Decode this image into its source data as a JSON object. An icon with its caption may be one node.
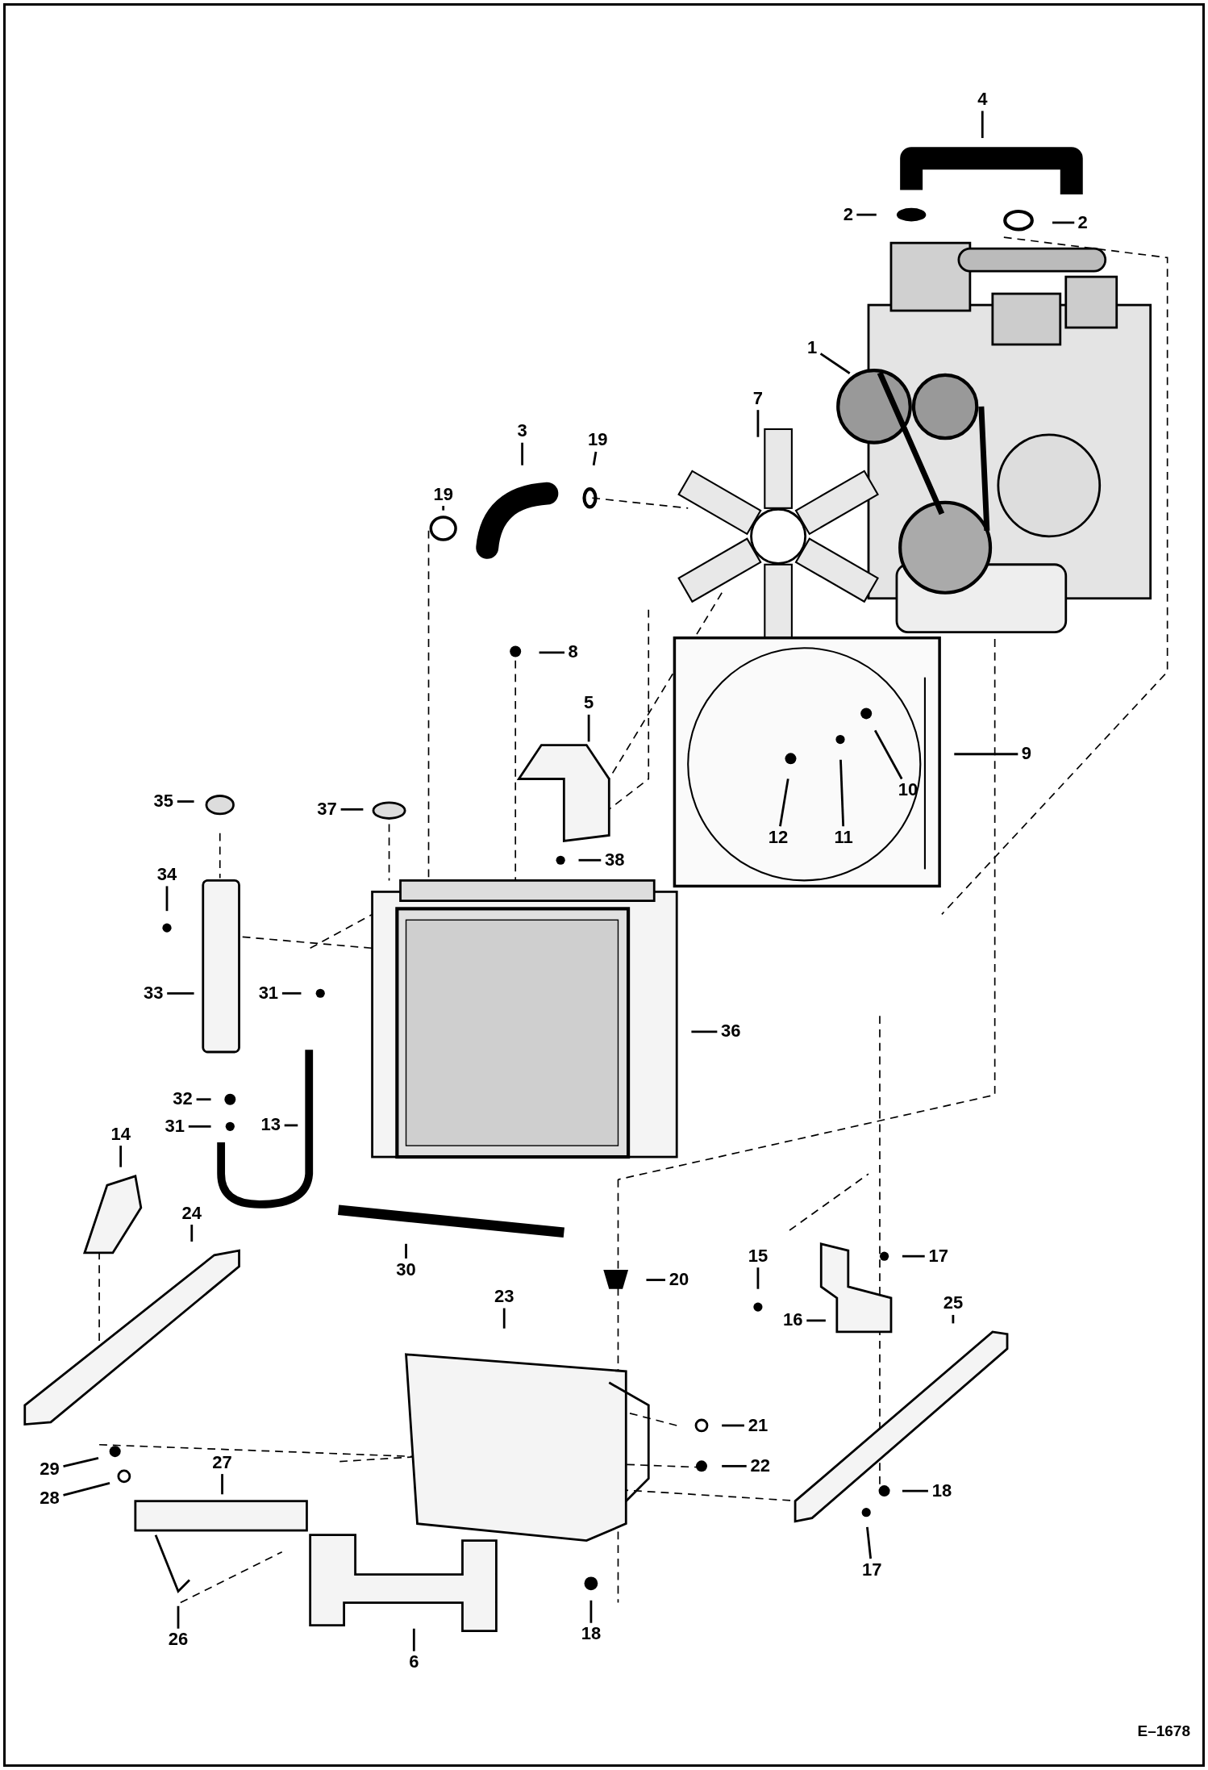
{
  "diagram": {
    "nodes": [
      {
        "text": [
          "4"
        ]
      },
      {
        "text": [
          "2"
        ]
      },
      {
        "text": [
          "2"
        ]
      },
      {
        "text": [
          "1"
        ]
      },
      {
        "text": [
          "7"
        ]
      },
      {
        "text": [
          "3"
        ]
      },
      {
        "text": [
          "19"
        ]
      },
      {
        "text": [
          "19"
        ]
      },
      {
        "text": [
          "8"
        ]
      },
      {
        "text": [
          "5"
        ]
      },
      {
        "text": [
          "9"
        ]
      },
      {
        "text": [
          "10"
        ]
      },
      {
        "text": [
          "35"
        ]
      },
      {
        "text": [
          "37"
        ]
      },
      {
        "text": [
          "11"
        ]
      },
      {
        "text": [
          "12"
        ]
      },
      {
        "text": [
          "38"
        ]
      },
      {
        "text": [
          "34"
        ]
      },
      {
        "text": [
          "33"
        ]
      },
      {
        "text": [
          "31"
        ]
      },
      {
        "text": [
          "36"
        ]
      },
      {
        "text": [
          "32"
        ]
      },
      {
        "text": [
          "13"
        ]
      },
      {
        "text": [
          "31"
        ]
      },
      {
        "text": [
          "14"
        ]
      },
      {
        "text": [
          "24"
        ]
      },
      {
        "text": [
          "15"
        ]
      },
      {
        "text": [
          "17"
        ]
      },
      {
        "text": [
          "30"
        ]
      },
      {
        "text": [
          "20"
        ]
      },
      {
        "text": [
          "23"
        ]
      },
      {
        "text": [
          "25"
        ]
      },
      {
        "text": [
          "16"
        ]
      },
      {
        "text": [
          "21"
        ]
      },
      {
        "text": [
          "27"
        ]
      },
      {
        "text": [
          "22"
        ]
      },
      {
        "text": [
          "29"
        ]
      },
      {
        "text": [
          "18"
        ]
      },
      {
        "text": [
          "28"
        ]
      },
      {
        "text": [
          "17"
        ]
      },
      {
        "text": [
          "18"
        ]
      },
      {
        "text": [
          "26"
        ]
      },
      {
        "text": [
          "6"
        ]
      }
    ],
    "edges": [
      {
        "from": 0,
        "to": null,
        "arrow": "none"
      },
      {
        "from": 1,
        "to": null,
        "arrow": "none"
      },
      {
        "from": 2,
        "to": null,
        "arrow": "none"
      },
      {
        "from": 3,
        "to": null,
        "arrow": "none"
      },
      {
        "from": 4,
        "to": null,
        "arrow": "none"
      },
      {
        "from": 5,
        "to": null,
        "arrow": "none"
      },
      {
        "from": 6,
        "to": null,
        "arrow": "none"
      },
      {
        "from": 7,
        "to": null,
        "arrow": "none"
      },
      {
        "from": 8,
        "to": null,
        "arrow": "none"
      },
      {
        "from": 9,
        "to": null,
        "arrow": "none"
      },
      {
        "from": 10,
        "to": null,
        "arrow": "none"
      },
      {
        "from": 11,
        "to": null,
        "arrow": "none"
      },
      {
        "from": 12,
        "to": null,
        "arrow": "none"
      },
      {
        "from": 13,
        "to": null,
        "arrow": "none"
      },
      {
        "from": 14,
        "to": null,
        "arrow": "none"
      },
      {
        "from": 15,
        "to": null,
        "arrow": "none"
      },
      {
        "from": 16,
        "to": null,
        "arrow": "none"
      },
      {
        "from": 17,
        "to": null,
        "arrow": "none"
      },
      {
        "from": 18,
        "to": null,
        "arrow": "none"
      },
      {
        "from": 19,
        "to": null,
        "arrow": "none"
      },
      {
        "from": 20,
        "to": null,
        "arrow": "none"
      },
      {
        "from": 21,
        "to": null,
        "arrow": "none"
      },
      {
        "from": 22,
        "to": null,
        "arrow": "none"
      },
      {
        "from": 23,
        "to": null,
        "arrow": "none"
      },
      {
        "from": 24,
        "to": null,
        "arrow": "none"
      },
      {
        "from": 25,
        "to": null,
        "arrow": "none"
      },
      {
        "from": 26,
        "to": null,
        "arrow": "none"
      },
      {
        "from": 27,
        "to": null,
        "arrow": "none"
      },
      {
        "from": 28,
        "to": null,
        "arrow": "none"
      },
      {
        "from": 29,
        "to": null,
        "arrow": "none"
      },
      {
        "from": 30,
        "to": null,
        "arrow": "none"
      },
      {
        "from": 31,
        "to": null,
        "arrow": "none"
      },
      {
        "from": 32,
        "to": null,
        "arrow": "none"
      },
      {
        "from": 33,
        "to": null,
        "arrow": "none"
      },
      {
        "from": 34,
        "to": null,
        "arrow": "none"
      },
      {
        "from": 35,
        "to": null,
        "arrow": "none"
      },
      {
        "from": 36,
        "to": null,
        "arrow": "none"
      },
      {
        "from": 37,
        "to": null,
        "arrow": "none"
      },
      {
        "from": 38,
        "to": null,
        "arrow": "none"
      },
      {
        "from": 39,
        "to": null,
        "arrow": "none"
      },
      {
        "from": 40,
        "to": null,
        "arrow": "none"
      },
      {
        "from": 41,
        "to": null,
        "arrow": "none"
      },
      {
        "from": 42,
        "to": null,
        "arrow": "none"
      }
    ],
    "labels": [
      "E–1678"
    ]
  }
}
